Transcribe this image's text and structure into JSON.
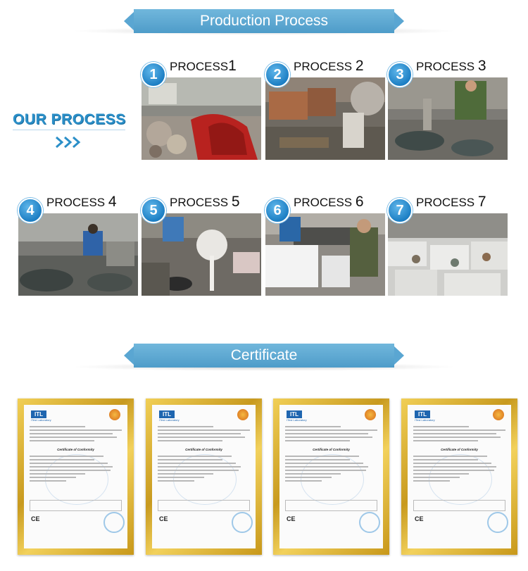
{
  "sections": {
    "production": {
      "title": "Production Process"
    },
    "certificate": {
      "title": "Certificate"
    }
  },
  "our_process": {
    "label": "OUR PROCESS"
  },
  "processes": [
    {
      "badge": "1",
      "label": "PROCESS",
      "num": "1"
    },
    {
      "badge": "2",
      "label": "PROCESS ",
      "num": "2"
    },
    {
      "badge": "3",
      "label": "PROCESS ",
      "num": "3"
    },
    {
      "badge": "4",
      "label": "PROCESS ",
      "num": "4"
    },
    {
      "badge": "5",
      "label": "PROCESS ",
      "num": "5"
    },
    {
      "badge": "6",
      "label": "PROCESS ",
      "num": "6"
    },
    {
      "badge": "7",
      "label": "PROCESS ",
      "num": "7"
    }
  ],
  "certificate_card": {
    "logo": "ITL",
    "logo_sub": "ITest Laboratory",
    "heading": "Certificate of Conformity",
    "mark": "CE"
  },
  "colors": {
    "accent": "#4e9cc9",
    "heading_blue": "#2b8fc8",
    "frame_gold": "#d4a72c"
  }
}
